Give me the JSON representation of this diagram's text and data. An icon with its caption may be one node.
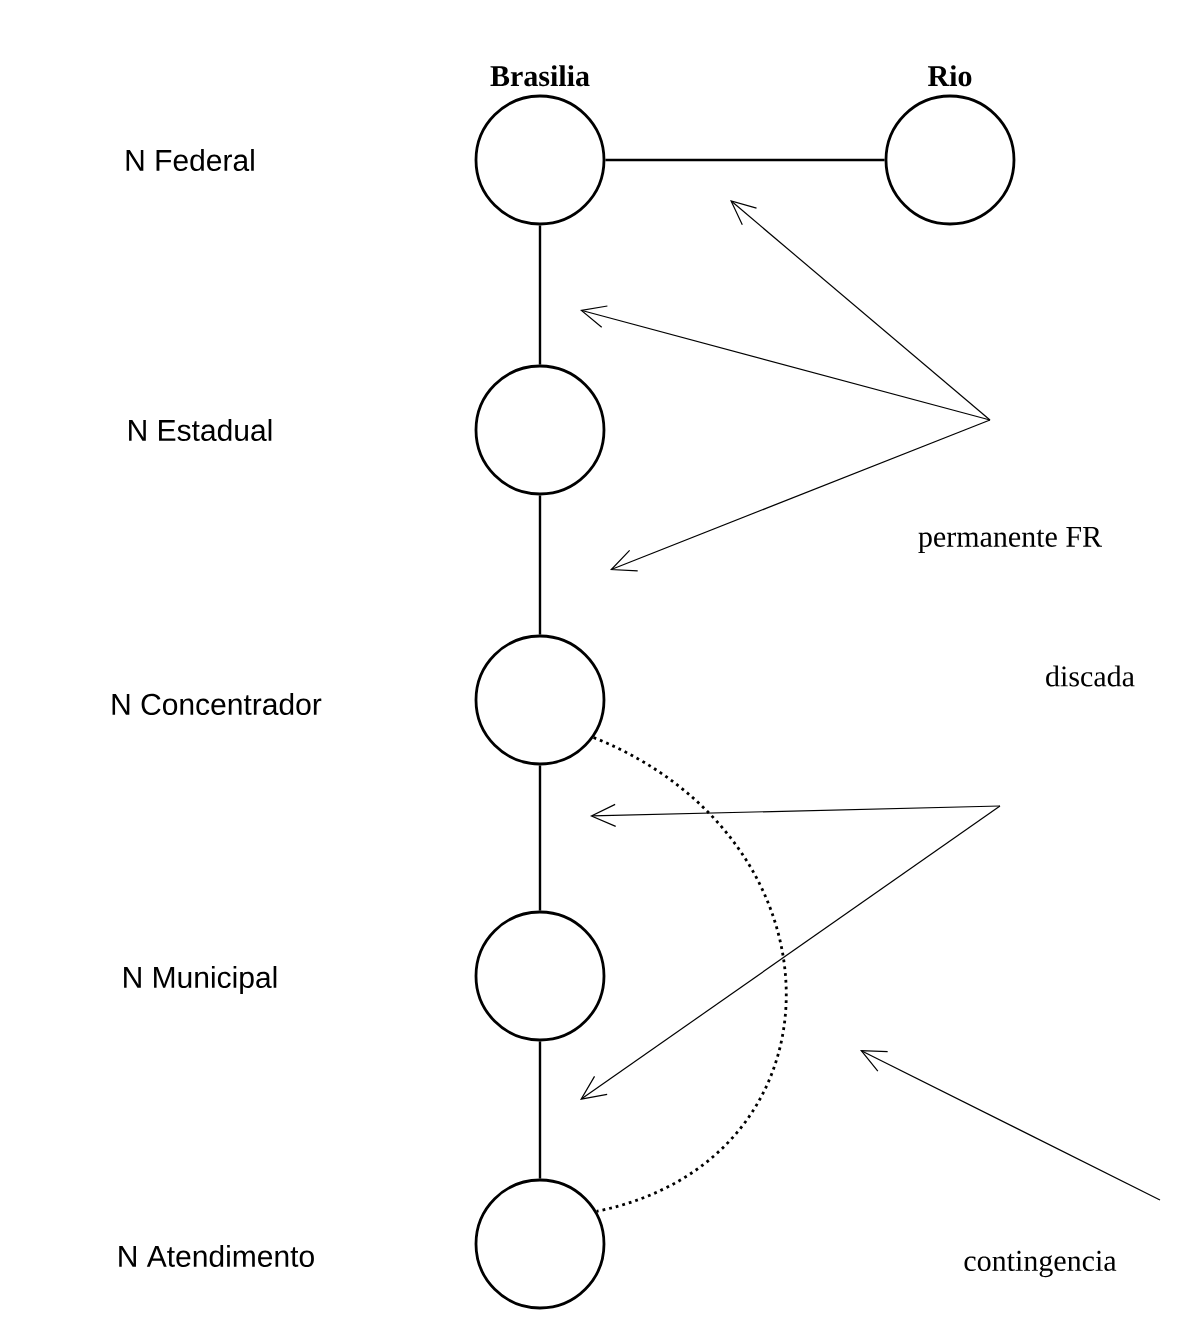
{
  "diagram": {
    "nodes": [
      {
        "text": [
          "Brasilia"
        ]
      },
      {
        "text": [],
        "shape": "circle"
      },
      {
        "text": [],
        "shape": "circle"
      },
      {
        "text": [],
        "shape": "circle"
      },
      {
        "text": [],
        "shape": "circle"
      },
      {
        "text": [
          "Rio"
        ]
      },
      {
        "text": [
          "permanente FR"
        ]
      },
      {
        "text": [
          "discada"
        ]
      },
      {
        "text": [
          "contingencia"
        ]
      }
    ],
    "edges": [
      {
        "from": 0,
        "to": 5,
        "arrow": "none"
      },
      {
        "from": 0,
        "to": 1,
        "arrow": "none"
      },
      {
        "from": 1,
        "to": 2,
        "arrow": "none"
      },
      {
        "from": 2,
        "to": 3,
        "arrow": "none"
      },
      {
        "from": 3,
        "to": 4,
        "arrow": "none"
      },
      {
        "from": 2,
        "to": 4,
        "arrow": "none",
        "style": "dashed"
      },
      {
        "from": 6,
        "to": null,
        "arrow": "to"
      },
      {
        "from": 6,
        "to": null,
        "arrow": "to"
      },
      {
        "from": 6,
        "to": null,
        "arrow": "to"
      },
      {
        "from": 7,
        "to": null,
        "arrow": "to"
      },
      {
        "from": 7,
        "to": null,
        "arrow": "to"
      },
      {
        "from": 8,
        "to": null,
        "arrow": "to"
      }
    ],
    "labels": [
      "N Federal",
      "N Estadual",
      "N Concentrador",
      "N Municipal",
      "N Atendimento"
    ]
  }
}
